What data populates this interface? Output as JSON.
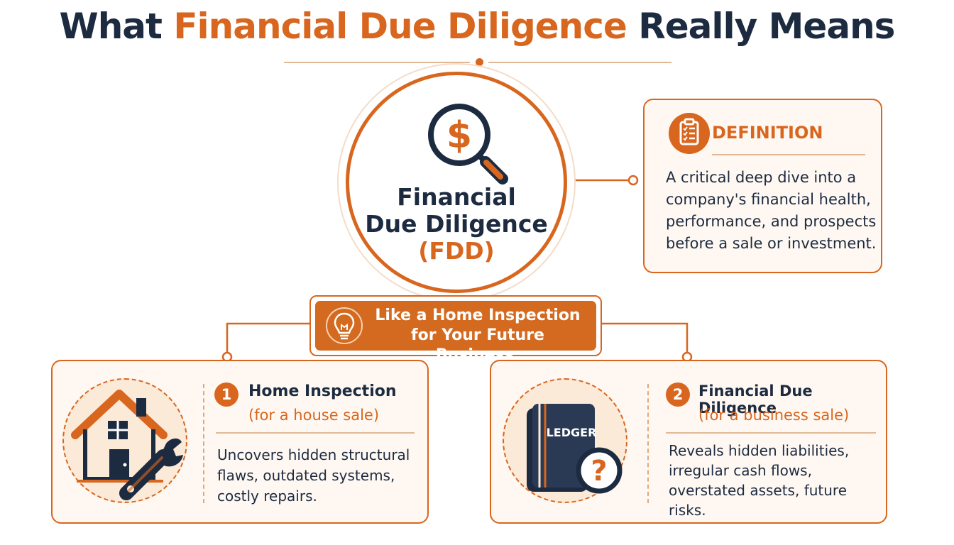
{
  "title": {
    "part1": "What ",
    "accent": "Financial Due Diligence",
    "part2": " Really Means"
  },
  "center": {
    "line1": "Financial",
    "line2": "Due Diligence",
    "line3": "(FDD)",
    "icon": "dollar-magnifier-icon"
  },
  "definition": {
    "heading": "DEFINITION",
    "icon": "clipboard-checklist-icon",
    "text": "A critical deep dive into a company's financial health, performance, and prospects before a sale or investment."
  },
  "banner": {
    "line1": "Like a Home Inspection",
    "line2": "for Your Future Business.",
    "icon": "lightbulb-icon"
  },
  "cards": [
    {
      "number": "1",
      "title": "Home Inspection",
      "subtitle": "(for a house sale)",
      "text": "Uncovers hidden structural flaws, outdated systems, costly repairs.",
      "icon": "house-wrench-icon"
    },
    {
      "number": "2",
      "title": "Financial Due Diligence",
      "subtitle": "(for a business sale)",
      "text": "Reveals hidden liabilities, irregular cash flows, overstated assets, future risks.",
      "icon": "ledger-question-icon",
      "icon_text": "LEDGER"
    }
  ],
  "colors": {
    "accent": "#d8661e",
    "navy": "#1c2b40",
    "card_bg": "#fff8f2"
  }
}
